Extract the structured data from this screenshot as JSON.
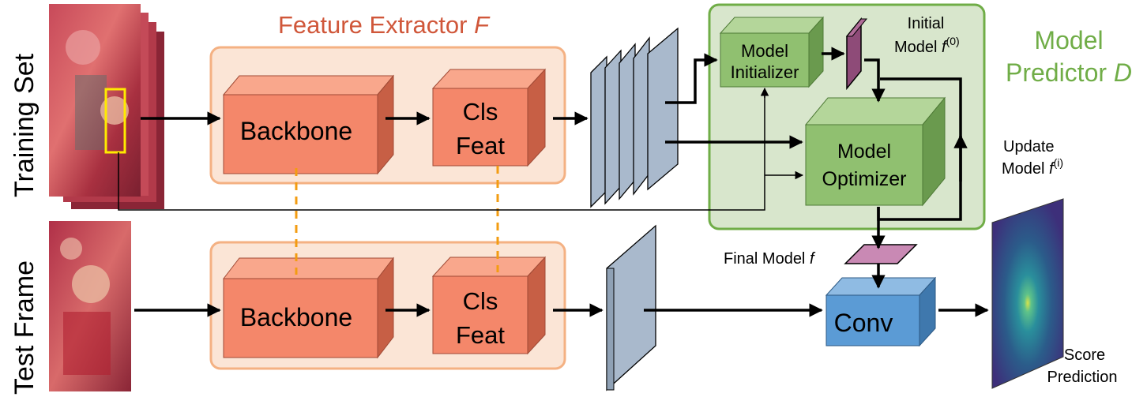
{
  "colors": {
    "extractor_fill": "#fbe5d6",
    "extractor_border": "#f4b183",
    "extractor_title": "#d0573a",
    "block_front": "#f4876a",
    "block_top": "#f9a78c",
    "block_side": "#c75f45",
    "predictor_fill": "#d8e6cc",
    "predictor_border": "#70ad47",
    "predictor_title": "#70ad47",
    "green_front": "#90c070",
    "green_top": "#b4d69a",
    "green_side": "#6a9a4e",
    "feature_map": "#a9b9cc",
    "initial_model": "#8e4b78",
    "final_model": "#c989b4",
    "conv_front": "#5b9bd5",
    "conv_top": "#8fbbe3",
    "conv_side": "#3f78ad",
    "dashed": "#f39c12",
    "yellow_box": "#ffeb00"
  },
  "icons": {
    "training_set": "photo-stack-icon",
    "test_frame": "photo-icon",
    "score_map": "heatmap-icon"
  },
  "labels": {
    "training_set": "Training Set",
    "test_frame": "Test Frame",
    "feature_extractor": "Feature Extractor ",
    "feature_extractor_symbol": "F",
    "model_predictor_line1": "Model",
    "model_predictor_line2": "Predictor ",
    "model_predictor_symbol": "D",
    "backbone_top": "Backbone",
    "clsfeat_top_line1": "Cls",
    "clsfeat_top_line2": "Feat",
    "backbone_bottom": "Backbone",
    "clsfeat_bottom_line1": "Cls",
    "clsfeat_bottom_line2": "Feat",
    "model_initializer_line1": "Model",
    "model_initializer_line2": "Initializer",
    "model_optimizer_line1": "Model",
    "model_optimizer_line2": "Optimizer",
    "initial_model_line1": "Initial",
    "initial_model_line2": "Model ",
    "initial_model_symbol": "f",
    "initial_model_sup": "(0)",
    "update_model_line1": "Update",
    "update_model_line2": "Model ",
    "update_model_symbol": "f",
    "update_model_sup": "(i)",
    "final_model": "Final Model ",
    "final_model_symbol": "f",
    "conv": "Conv",
    "score_line1": "Score",
    "score_line2": "Prediction"
  }
}
